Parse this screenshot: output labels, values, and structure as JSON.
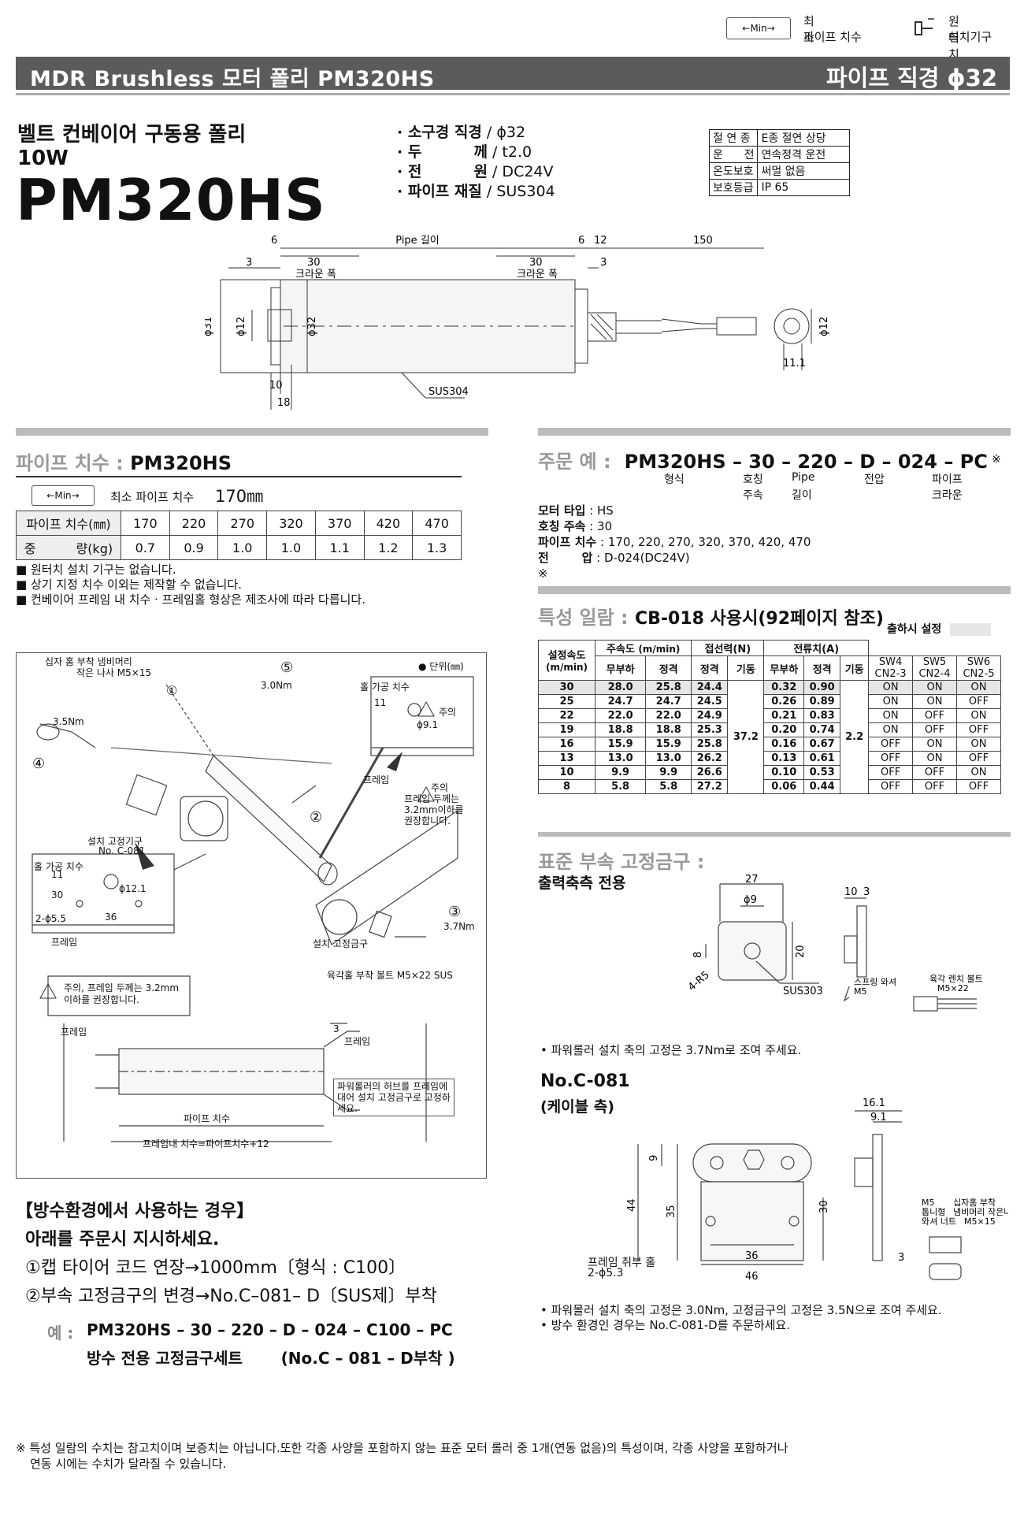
{
  "legend": {
    "min_box_text": "←Min→",
    "min_label_1": "최소",
    "min_label_2": "파이프 치수",
    "one_touch_label_1": "원터치",
    "one_touch_label_2": "설치기구"
  },
  "header": {
    "title": "MDR Brushless 모터 폴리 PM320HS",
    "pipe_dia": "파이프 직경 ϕ32"
  },
  "product": {
    "subtitle": "벨트 컨베이어 구동용 폴리",
    "power": "10W",
    "model": "PM320HS",
    "specs": [
      {
        "k": "· 소구경 직경",
        "v": " / ϕ32"
      },
      {
        "k": "· 두          께",
        "v": " / t2.0"
      },
      {
        "k": "· 전          원",
        "v": " / DC24V"
      },
      {
        "k": "· 파이프 재질",
        "v": " / SUS304"
      }
    ],
    "ins_table": [
      [
        "절 연 종",
        "E종 절연 상당"
      ],
      [
        "운      전",
        "연속정격 운전"
      ],
      [
        "온도보호",
        "써멀 없음"
      ],
      [
        "보호등급",
        "IP 65"
      ]
    ]
  },
  "drawing": {
    "pipe_length": "Pipe 길이",
    "d6a": "6",
    "d6b": "6",
    "d12": "12",
    "d150": "150",
    "d3a": "3",
    "d3b": "3",
    "d30a": "30",
    "d30b": "30",
    "crown_a": "크라운 폭",
    "crown_b": "크라운 폭",
    "phi31": "ϕ31",
    "phi12": "ϕ12",
    "phi32": "ϕ32",
    "phi12b": "ϕ12",
    "d10": "10",
    "d18": "18",
    "d11": "11.1",
    "sus": "SUS304"
  },
  "pipe_section": {
    "label": "파이프 치수 : ",
    "model": "PM320HS",
    "min_box": "←Min→",
    "min_text": "최소 파이프 치수",
    "min_value": "170㎜",
    "row1_label": "파이프 치수(㎜)",
    "row1": [
      "170",
      "220",
      "270",
      "320",
      "370",
      "420",
      "470"
    ],
    "row2_label": "중          량(kg)",
    "row2": [
      "0.7",
      "0.9",
      "1.0",
      "1.0",
      "1.1",
      "1.2",
      "1.3"
    ],
    "notes": [
      "■ 원터치 설치 기구는 없습니다.",
      "■ 상기 지정 치수 이외는 제작할 수 없습니다.",
      "■ 컨베이어 프레임 내 치수 · 프레임홀 형상은 제조사에 따라 다릅니다."
    ]
  },
  "order": {
    "label": "주문 예 :",
    "code": "PM320HS – 30 – 220 – D – 024 – PC",
    "mark": "※",
    "sub": [
      "형식",
      "호칭",
      "Pipe",
      "전압",
      "파이프"
    ],
    "sub2": [
      "주속",
      "길이",
      "크라운"
    ],
    "items": [
      {
        "k": "모터 타입",
        "v": " : HS"
      },
      {
        "k": "호칭 주속",
        "v": " : 30"
      },
      {
        "k": "파이프 치수",
        "v": " : 170, 220, 270, 320, 370, 420, 470"
      },
      {
        "k": "전        압",
        "v": " : D-024(DC24V)"
      }
    ],
    "note_mark": "※"
  },
  "characteristics": {
    "label": "특성 일람 : ",
    "title": "CB-018 사용시(92페이지 참조)",
    "factory": "출하시 설정",
    "h_speed": "설정속도",
    "h_speed_unit": "(m/min)",
    "h_circ": "주속도",
    "h_circ_unit": "(m/min)",
    "h_tension": "접선력(N)",
    "h_current": "전류치(A)",
    "h_noload": "무부하",
    "h_rated": "정격",
    "h_start": "기동",
    "sw": [
      "SW4",
      "SW5",
      "SW6"
    ],
    "cn": [
      "CN2-3",
      "CN2-4",
      "CN2-5"
    ],
    "start_force": "37.2",
    "start_current": "2.2",
    "rows": [
      [
        "30",
        "28.0",
        "25.8",
        "24.4",
        "0.32",
        "0.90",
        "ON",
        "ON",
        "ON"
      ],
      [
        "25",
        "24.7",
        "24.7",
        "24.5",
        "0.26",
        "0.89",
        "ON",
        "ON",
        "OFF"
      ],
      [
        "22",
        "22.0",
        "22.0",
        "24.9",
        "0.21",
        "0.83",
        "ON",
        "OFF",
        "ON"
      ],
      [
        "19",
        "18.8",
        "18.8",
        "25.3",
        "0.20",
        "0.74",
        "ON",
        "OFF",
        "OFF"
      ],
      [
        "16",
        "15.9",
        "15.9",
        "25.8",
        "0.16",
        "0.67",
        "OFF",
        "ON",
        "ON"
      ],
      [
        "13",
        "13.0",
        "13.0",
        "26.2",
        "0.13",
        "0.61",
        "OFF",
        "ON",
        "OFF"
      ],
      [
        "10",
        "9.9",
        "9.9",
        "26.6",
        "0.10",
        "0.53",
        "OFF",
        "OFF",
        "ON"
      ],
      [
        "8",
        "5.8",
        "5.8",
        "27.2",
        "0.06",
        "0.44",
        "OFF",
        "OFF",
        "OFF"
      ]
    ]
  },
  "install": {
    "unit": "● 단위(㎜)",
    "screw": "십자 홈 부착 냄비머리",
    "screw2": "작은 나사 M5×15",
    "circle5": "⑤",
    "n30": "3.0Nm",
    "hole_title": "홀 가공 치수",
    "caution": "주의",
    "phi91": "ϕ9.1",
    "d11": "11",
    "n35": "3.5Nm",
    "circle1": "①",
    "circle4": "④",
    "frame": "프레임",
    "caution2_1": "주의",
    "caution2_2": "프레임 두께는",
    "caution2_3": "3.2mm이하를",
    "caution2_4": "권장합니다.",
    "circle2": "②",
    "bracket": "설치 고정기구",
    "bracket2": "No. C-081",
    "hole_title2": "홀 가공 치수",
    "phi121": "ϕ12.1",
    "d30": "30",
    "d11b": "11",
    "hole_2": "2-ϕ5.5",
    "d36": "36",
    "frame2": "프레임",
    "circle3": "③",
    "n37": "3.7Nm",
    "bracket3": "설치 고정금구",
    "bolt": "육각홀 부착 볼트  M5×22 SUS",
    "caution3": "주의, 프레임 두께는 3.2mm",
    "caution3b": "이하를 권장합니다.",
    "frame3": "프레임",
    "frame4": "프레임",
    "d3": "3",
    "pipe_dim": "파이프 치수",
    "inner": "프레임내 치수=파이프치수+12",
    "hub_note_1": "파워롤러의 허브를 프레임에",
    "hub_note_2": "대어 설치 고정금구로 고정하",
    "hub_note_3": "세요."
  },
  "waterproof": {
    "title": "【방수환경에서 사용하는 경우】",
    "line1": "아래를 주문시 지시하세요.",
    "line2": "①캡 타이어 코드 연장→1000mm〔형식 : C100〕",
    "line3": "②부속 고정금구의 변경→No.C–081– D〔SUS제〕부착",
    "ex_label": "예 :",
    "ex1": "PM320HS – 30 – 220 – D – 024 – C100 – PC",
    "ex2": "방수 전용 고정금구세트       (No.C – 081 – D부착 )"
  },
  "accessory": {
    "label": "표준 부속 고정금구 :",
    "title": "출력축측 전용",
    "d27": "27",
    "phi9": "ϕ9",
    "d8": "8",
    "d20": "20",
    "r5": "4-R5",
    "d10": "10",
    "d3": "3",
    "sus": "SUS303",
    "spring": "스프링 와셔",
    "m5": "M5",
    "hexbolt": "육각 렌치 볼트",
    "m522": "M5×22",
    "note": "• 파워롤러 설치 축의 고정은 3.7Nm로 조여 주세요."
  },
  "c081": {
    "title": "No.C-081",
    "sub": "(케이블 측)",
    "d161": "16.1",
    "d91": "9.1",
    "d9": "9",
    "d44": "44",
    "d35": "35",
    "d30": "30",
    "d36": "36",
    "d46": "46",
    "d3": "3",
    "hole": "프레임 취부 홀",
    "hole2": "2-ϕ5.3",
    "m5": "M5",
    "toothed": "톱니형",
    "washer": "와셔 너트",
    "screw": "십자홈 부착",
    "screw2": "냄비머리 작은나사",
    "screw3": "M5×15",
    "note1": "• 파워몰러 설치 축의 고정은 3.0Nm, 고정금구의 고정은 3.5N으로 조여 주세요.",
    "note2": "• 방수 환경인 경우는 No.C-081-D를 주문하세요."
  },
  "footnote": {
    "line1": "※ 특성 일람의 수치는 참고치이며 보증치는 아닙니다.또한 각종 사양을 포함하지 않는 표준 모터 롤러 중 1개(연동 없음)의 특성이며, 각종 사양을 포함하거나",
    "line2": "연동 시에는 수치가 달라질 수 있습니다."
  }
}
